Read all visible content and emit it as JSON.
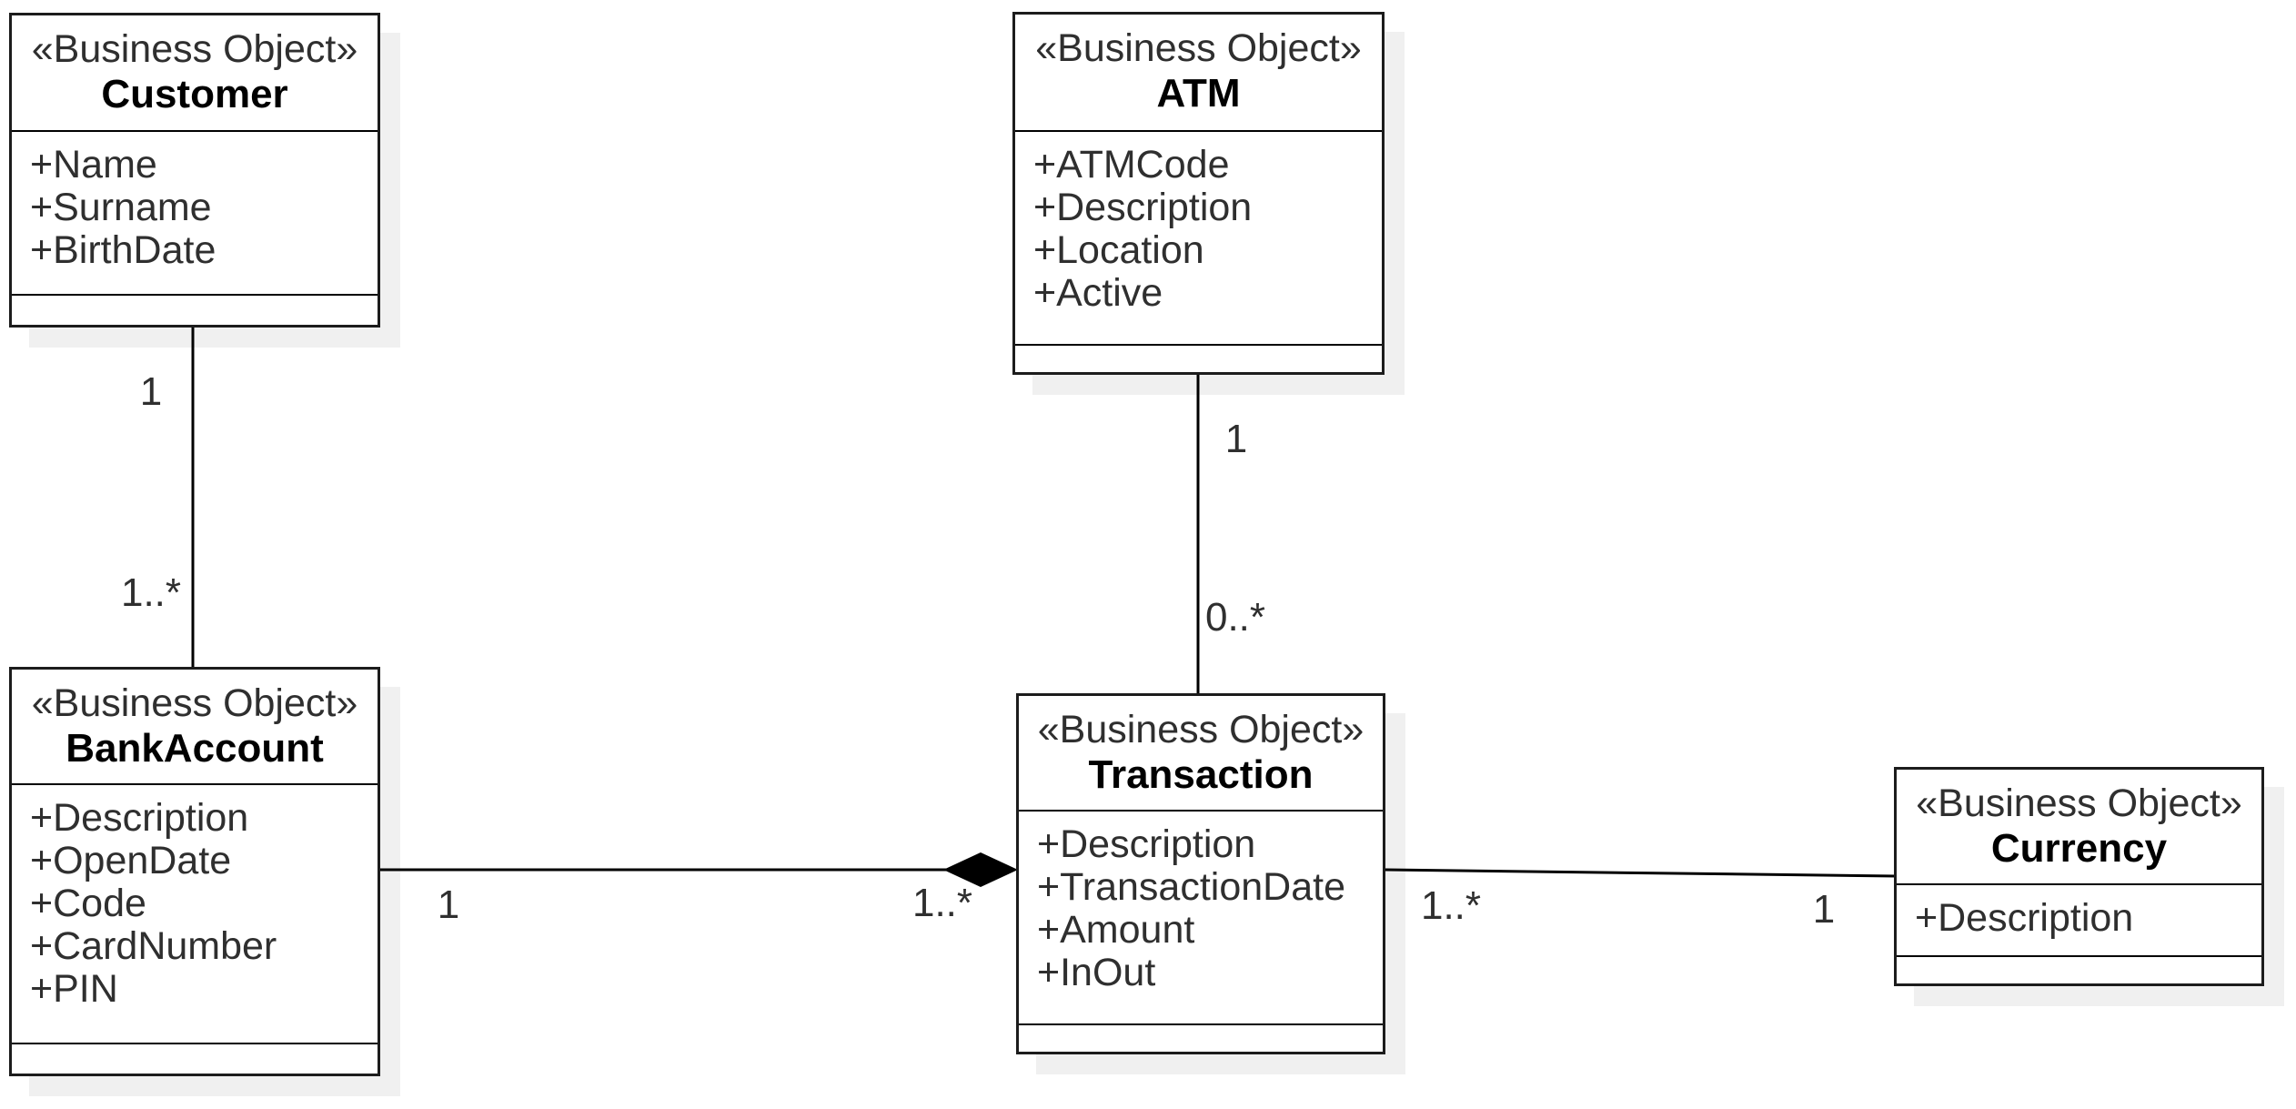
{
  "diagram_type": "uml-class-diagram",
  "classes": [
    {
      "stereotype": "«Business Object»",
      "name": "Customer",
      "attributes": [
        "+Name",
        "+Surname",
        "+BirthDate"
      ]
    },
    {
      "stereotype": "«Business Object»",
      "name": "ATM",
      "attributes": [
        "+ATMCode",
        "+Description",
        "+Location",
        "+Active"
      ]
    },
    {
      "stereotype": "«Business Object»",
      "name": "BankAccount",
      "attributes": [
        "+Description",
        "+OpenDate",
        "+Code",
        "+CardNumber",
        "+PIN"
      ]
    },
    {
      "stereotype": "«Business Object»",
      "name": "Transaction",
      "attributes": [
        "+Description",
        "+TransactionDate",
        "+Amount",
        "+InOut"
      ]
    },
    {
      "stereotype": "«Business Object»",
      "name": "Currency",
      "attributes": [
        "+Description"
      ]
    }
  ],
  "associations": [
    {
      "from": "Customer",
      "to": "BankAccount",
      "from_label": "1",
      "to_label": "1..*",
      "type": "association"
    },
    {
      "from": "ATM",
      "to": "Transaction",
      "from_label": "1",
      "to_label": "0..*",
      "type": "association"
    },
    {
      "from": "BankAccount",
      "to": "Transaction",
      "from_label": "1",
      "to_label": "1..*",
      "type": "composition",
      "diamond_at": "Transaction"
    },
    {
      "from": "Transaction",
      "to": "Currency",
      "from_label": "1..*",
      "to_label": "1",
      "type": "association"
    }
  ],
  "colors": {
    "background": "#ffffff",
    "box_fill": "#ffffff",
    "box_border": "#1c1c1c",
    "line": "#000000",
    "shadow": "#f0f0f0",
    "text": "#2f2f2f"
  }
}
